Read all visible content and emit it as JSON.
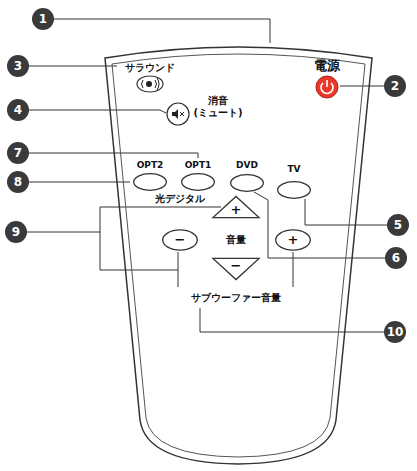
{
  "diagram": {
    "nodes": [
      {
        "text": [
          "サラウンド",
          "電源",
          "消音 (ミュート)",
          "光デジタル",
          "音量",
          "サブウーファー音量"
        ]
      },
      {
        "text": [
          "OPT2"
        ],
        "in": 0
      },
      {
        "text": [
          "OPT1"
        ],
        "in": 0
      },
      {
        "text": [
          "DVD"
        ],
        "in": 0
      },
      {
        "text": [
          "TV"
        ],
        "in": 0
      },
      {
        "text": [
          "+"
        ],
        "in": 0
      },
      {
        "text": [
          "−"
        ],
        "in": 0
      },
      {
        "text": [
          "+"
        ],
        "in": 0
      },
      {
        "text": [
          "−"
        ],
        "in": 0
      }
    ],
    "labels": [
      "1",
      "2",
      "3",
      "4",
      "5",
      "6",
      "7",
      "8",
      "9",
      "10"
    ]
  }
}
